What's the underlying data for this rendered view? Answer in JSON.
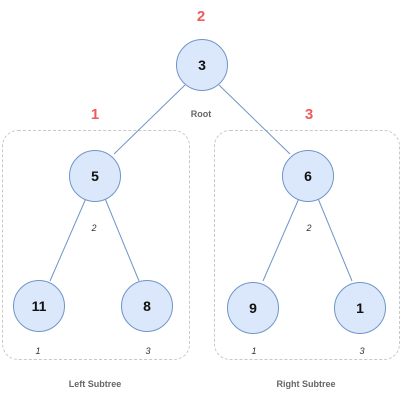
{
  "orders": {
    "root": "2",
    "left": "1",
    "right": "3"
  },
  "nodes": {
    "root": "3",
    "left": "5",
    "right": "6",
    "left_left": "11",
    "left_right": "8",
    "right_left": "9",
    "right_right": "1"
  },
  "labels": {
    "root": "Root",
    "left_subtree": "Left Subtree",
    "right_subtree": "Right Subtree"
  },
  "indices": {
    "left_mid": "2",
    "left_a": "1",
    "left_b": "3",
    "right_mid": "2",
    "right_a": "1",
    "right_b": "3"
  },
  "colors": {
    "node_fill": "#dbe8fb",
    "node_border": "#6f95c7",
    "edge": "#6f95c7",
    "order": "#f05a5a"
  }
}
